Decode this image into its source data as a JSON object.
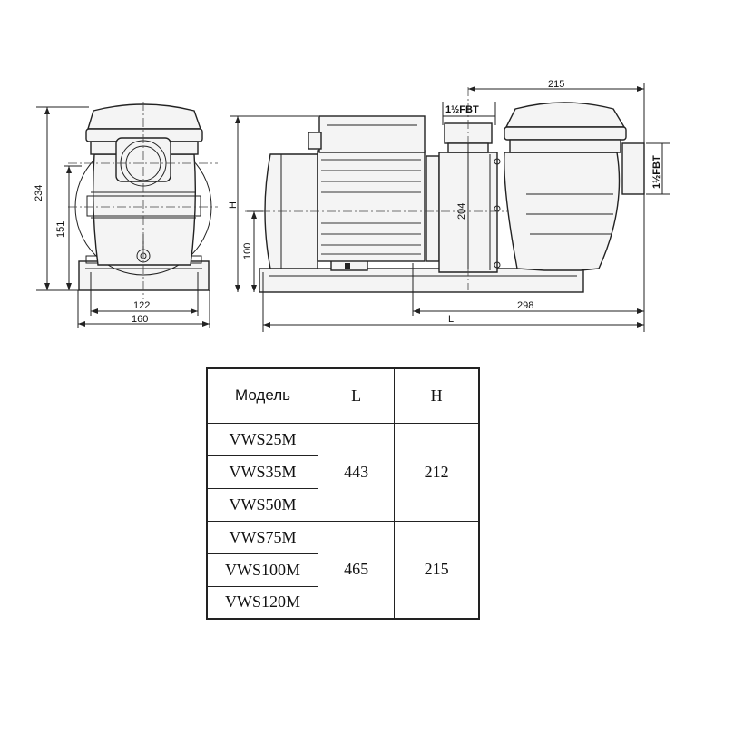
{
  "drawing": {
    "dimensions": {
      "left_height_total": "234",
      "left_height_center": "151",
      "left_width_inner": "122",
      "left_width_outer": "160",
      "side_height_H": "H",
      "side_height_base": "100",
      "side_height_inlet": "204",
      "side_length_top": "215",
      "side_length_rear": "298",
      "side_length_L": "L"
    },
    "connections": {
      "top_port": "1½FBT",
      "side_port": "1½FBT"
    }
  },
  "table": {
    "headers": {
      "model": "Модель",
      "l": "L",
      "h": "H"
    },
    "models": [
      "VWS25M",
      "VWS35M",
      "VWS50M",
      "VWS75M",
      "VWS100M",
      "VWS120M"
    ],
    "groups": [
      {
        "l": "443",
        "h": "212"
      },
      {
        "l": "465",
        "h": "215"
      }
    ]
  }
}
